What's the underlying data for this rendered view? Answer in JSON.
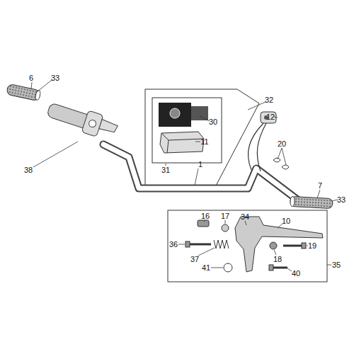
{
  "diagram": {
    "labels": [
      "6",
      "33",
      "32",
      "12",
      "30",
      "11",
      "38",
      "31",
      "1",
      "20",
      "7",
      "33",
      "16",
      "17",
      "34",
      "10",
      "36",
      "18",
      "19",
      "37",
      "35",
      "41",
      "40"
    ]
  }
}
